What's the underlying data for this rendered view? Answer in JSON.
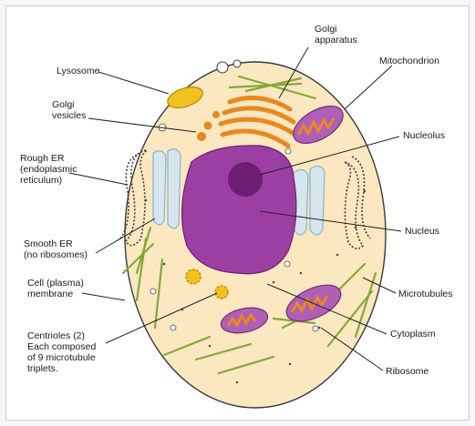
{
  "diagram": {
    "labels": {
      "golgi_apparatus": [
        "Golgi",
        "apparatus"
      ],
      "lysosome": [
        "Lysosome"
      ],
      "mitochondrion": [
        "Mitochondrion"
      ],
      "golgi_vesicles": [
        "Golgi",
        "vesicles"
      ],
      "nucleolus": [
        "Nucleolus"
      ],
      "rough_er": [
        "Rough ER",
        "(endoplasmic",
        "reticulum)"
      ],
      "nucleus": [
        "Nucleus"
      ],
      "smooth_er": [
        "Smooth ER",
        "(no ribosomes)"
      ],
      "cell_membrane": [
        "Cell (plasma)",
        "membrane"
      ],
      "microtubules": [
        "Microtubules"
      ],
      "centrioles": [
        "Centrioles (2)",
        "Each composed",
        "of 9 microtubule",
        "triplets."
      ],
      "cytoplasm": [
        "Cytoplasm"
      ],
      "ribosome": [
        "Ribosome"
      ]
    },
    "colors": {
      "cytoplasm": "#fbe7c0",
      "nucleus": "#9b3fa3",
      "nucleolus": "#6e1f73",
      "golgi": "#e8891e",
      "mitochondrion_outer": "#b05fb6",
      "mitochondrion_inner": "#e8891e",
      "microtubule": "#86a83a",
      "smooth_er": "#b9d3e2",
      "rough_er": "#3d3d3d"
    }
  }
}
